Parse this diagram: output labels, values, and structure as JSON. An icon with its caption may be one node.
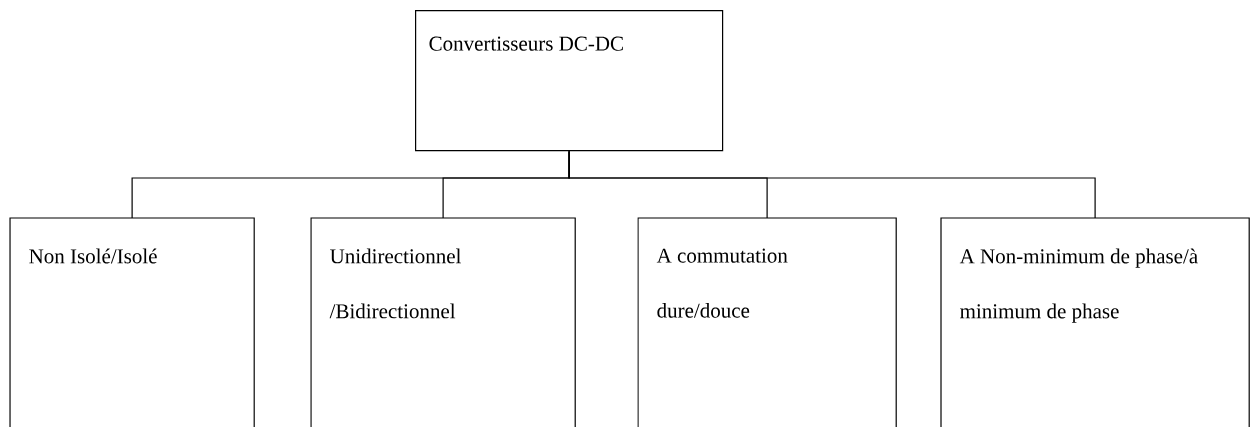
{
  "diagram": {
    "nodes": [
      {
        "text": [
          "Convertisseurs DC-DC"
        ]
      },
      {
        "text": [
          "Non Isolé/Isolé"
        ]
      },
      {
        "text": [
          "Unidirectionnel /Bidirectionnel"
        ]
      },
      {
        "text": [
          "A commutation dure/douce"
        ]
      },
      {
        "text": [
          "A Non-minimum de phase/à minimum de phase"
        ]
      }
    ],
    "edges": [
      {
        "from": 0,
        "to": 1,
        "arrow": "none"
      },
      {
        "from": 0,
        "to": 2,
        "arrow": "none"
      },
      {
        "from": 0,
        "to": 3,
        "arrow": "none"
      },
      {
        "from": 0,
        "to": 4,
        "arrow": "none"
      }
    ]
  }
}
